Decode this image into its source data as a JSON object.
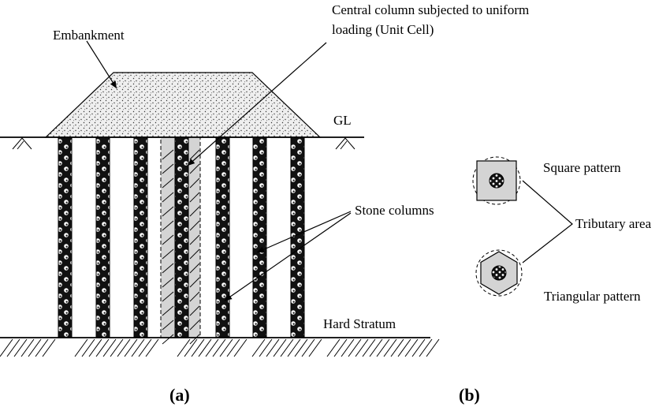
{
  "labels": {
    "embankment": "Embankment",
    "unit_cell_line1": "Central column subjected to uniform",
    "unit_cell_line2": "loading (Unit Cell)",
    "gl": "GL",
    "stone_columns": "Stone columns",
    "hard_stratum": "Hard Stratum",
    "square_pattern": "Square pattern",
    "tributary_area": "Tributary area",
    "triangular_pattern": "Triangular pattern",
    "caption_a": "(a)",
    "caption_b": "(b)"
  },
  "colors": {
    "stroke": "#000000",
    "embankment_fill": "#ebebeb",
    "unit_cell_fill": "#d4d4d4",
    "column_fill": "#1a1a1a"
  }
}
